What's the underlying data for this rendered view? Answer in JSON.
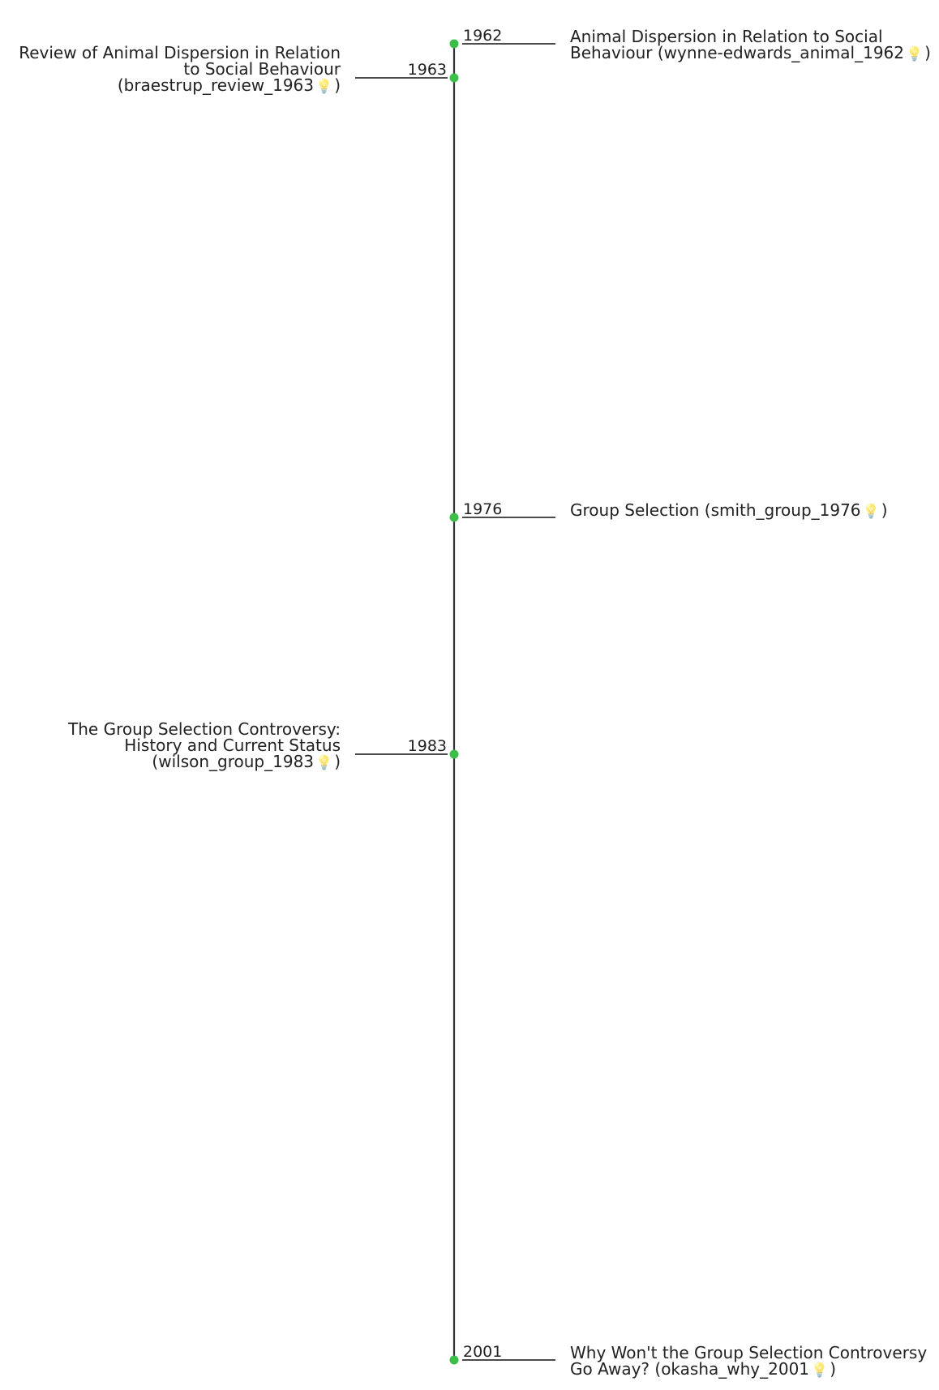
{
  "timeline": {
    "axis_color": "#333333",
    "dot_color": "#3cbf4a",
    "connector_color": "#111111",
    "events": [
      {
        "year": "1962",
        "side": "right",
        "lines": [
          "Animal Dispersion in Relation to Social",
          "Behaviour (wynne-edwards_animal_1962"
        ],
        "icon": "lightbulb-icon",
        "closing": ")"
      },
      {
        "year": "1963",
        "side": "left",
        "lines": [
          "Review of Animal Dispersion in Relation",
          "to Social Behaviour",
          "(braestrup_review_1963"
        ],
        "icon": "lightbulb-icon",
        "closing": ")"
      },
      {
        "year": "1976",
        "side": "right",
        "lines": [
          "Group Selection (smith_group_1976"
        ],
        "icon": "lightbulb-icon",
        "closing": ")"
      },
      {
        "year": "1983",
        "side": "left",
        "lines": [
          "The Group Selection Controversy:",
          "History and Current Status",
          "(wilson_group_1983"
        ],
        "icon": "lightbulb-icon",
        "closing": ")"
      },
      {
        "year": "2001",
        "side": "right",
        "lines": [
          "Why Won't the Group Selection Controversy",
          "Go Away? (okasha_why_2001"
        ],
        "icon": "lightbulb-icon",
        "closing": ")"
      }
    ]
  }
}
